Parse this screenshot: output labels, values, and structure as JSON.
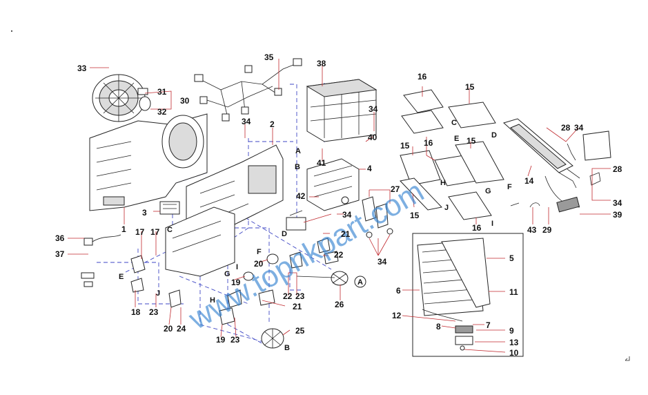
{
  "diagram": {
    "watermark": "www.topnkpart.com",
    "part_numbers": [
      "1",
      "2",
      "3",
      "4",
      "5",
      "6",
      "7",
      "8",
      "9",
      "10",
      "11",
      "12",
      "13",
      "14",
      "15",
      "15",
      "15",
      "15",
      "16",
      "16",
      "16",
      "17",
      "17",
      "18",
      "19",
      "19",
      "20",
      "20",
      "21",
      "21",
      "22",
      "22",
      "23",
      "23",
      "23",
      "24",
      "25",
      "26",
      "27",
      "28",
      "28",
      "29",
      "30",
      "31",
      "32",
      "33",
      "34",
      "34",
      "34",
      "34",
      "34",
      "34",
      "35",
      "36",
      "37",
      "38",
      "39",
      "40",
      "41",
      "42",
      "43"
    ],
    "connector_letters": [
      "A",
      "A",
      "B",
      "B",
      "C",
      "C",
      "D",
      "D",
      "E",
      "E",
      "F",
      "F",
      "G",
      "G",
      "H",
      "H",
      "I",
      "I",
      "J",
      "J"
    ],
    "colors": {
      "leader": "#c0282d",
      "dashed_guide": "#3d46c4",
      "watermark": "#2e7fd0",
      "outline": "#222222"
    }
  }
}
